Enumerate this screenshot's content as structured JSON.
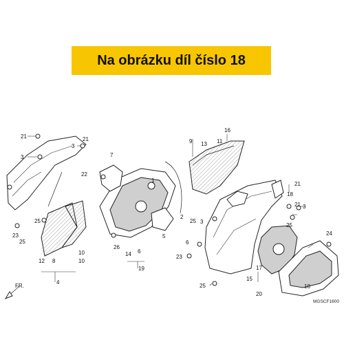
{
  "banner": {
    "title": "Na obrázku díl číslo 18",
    "color": "#f7c600"
  },
  "diagram": {
    "code": "MGSCF1600",
    "front_marker": "FR.",
    "callouts": [
      "21",
      "3",
      "3",
      "21",
      "7",
      "22",
      "1",
      "2",
      "9",
      "16",
      "13",
      "11",
      "21",
      "18",
      "12",
      "8",
      "10",
      "4",
      "25",
      "23",
      "25",
      "26",
      "6",
      "14",
      "5",
      "19",
      "25",
      "3",
      "23",
      "15",
      "17",
      "20",
      "21",
      "6",
      "3",
      "24",
      "18",
      "25",
      "10",
      "25"
    ]
  }
}
